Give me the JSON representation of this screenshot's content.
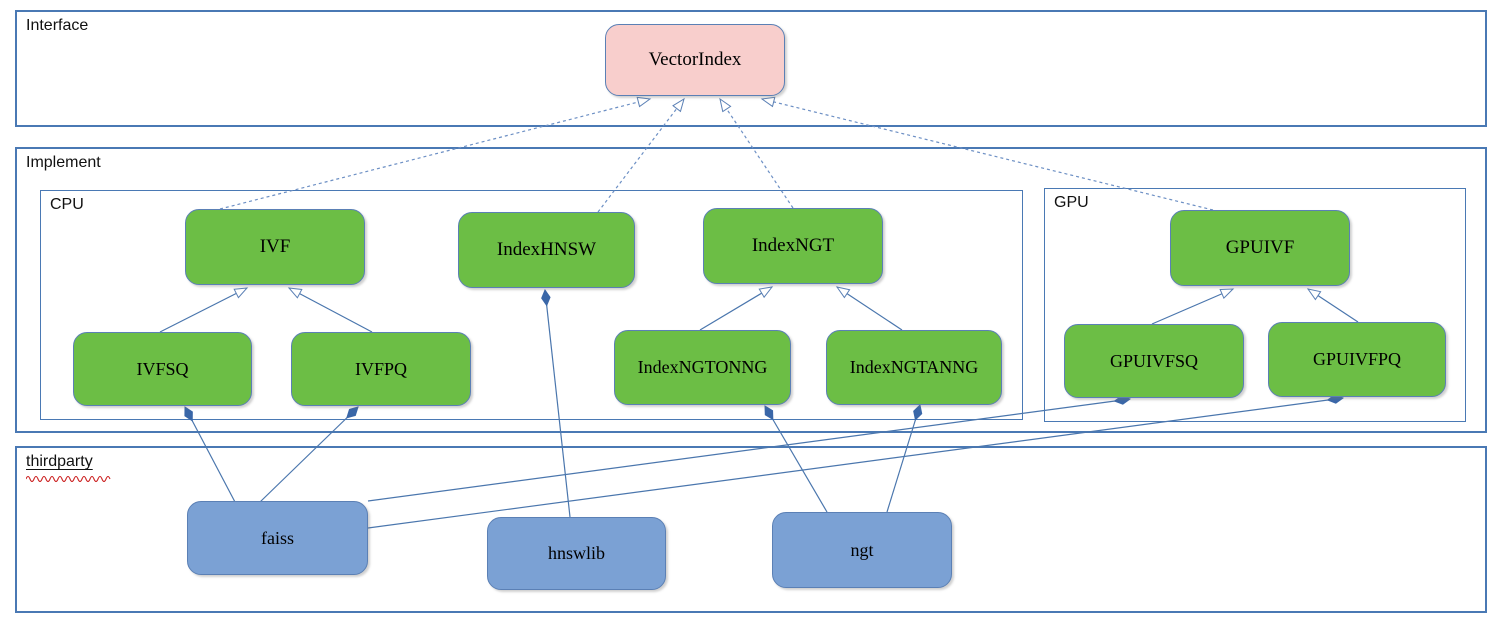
{
  "sections": {
    "interface": {
      "label": "Interface"
    },
    "implement": {
      "label": "Implement"
    },
    "cpu": {
      "label": "CPU"
    },
    "gpu": {
      "label": "GPU"
    },
    "thirdparty": {
      "label": "thirdparty"
    }
  },
  "nodes": {
    "vectorindex": {
      "label": "VectorIndex"
    },
    "ivf": {
      "label": "IVF"
    },
    "indexhnsw": {
      "label": "IndexHNSW"
    },
    "indexngt": {
      "label": "IndexNGT"
    },
    "gpuivf": {
      "label": "GPUIVF"
    },
    "ivfsq": {
      "label": "IVFSQ"
    },
    "ivfpq": {
      "label": "IVFPQ"
    },
    "indexngtonng": {
      "label": "IndexNGTONNG"
    },
    "indexngtanng": {
      "label": "IndexNGTANNG"
    },
    "gpuivfsq": {
      "label": "GPUIVFSQ"
    },
    "gpuivfpq": {
      "label": "GPUIVFPQ"
    },
    "faiss": {
      "label": "faiss"
    },
    "hnswlib": {
      "label": "hnswlib"
    },
    "ngt": {
      "label": "ngt"
    }
  },
  "edges": {
    "realization": [
      {
        "from": "IVF",
        "to": "VectorIndex"
      },
      {
        "from": "IndexHNSW",
        "to": "VectorIndex"
      },
      {
        "from": "IndexNGT",
        "to": "VectorIndex"
      },
      {
        "from": "GPUIVF",
        "to": "VectorIndex"
      }
    ],
    "generalization": [
      {
        "from": "IVFSQ",
        "to": "IVF"
      },
      {
        "from": "IVFPQ",
        "to": "IVF"
      },
      {
        "from": "IndexNGTONNG",
        "to": "IndexNGT"
      },
      {
        "from": "IndexNGTANNG",
        "to": "IndexNGT"
      },
      {
        "from": "GPUIVFSQ",
        "to": "GPUIVF"
      },
      {
        "from": "GPUIVFPQ",
        "to": "GPUIVF"
      }
    ],
    "composition": [
      {
        "from": "faiss",
        "to": "IVFSQ"
      },
      {
        "from": "faiss",
        "to": "IVFPQ"
      },
      {
        "from": "faiss",
        "to": "GPUIVFSQ"
      },
      {
        "from": "faiss",
        "to": "GPUIVFPQ"
      },
      {
        "from": "hnswlib",
        "to": "IndexHNSW"
      },
      {
        "from": "ngt",
        "to": "IndexNGTONNG"
      },
      {
        "from": "ngt",
        "to": "IndexNGTANNG"
      }
    ]
  },
  "colors": {
    "section_border": "#4a79b4",
    "node_border": "#5b80b5",
    "green_fill": "#6cbe45",
    "pink_fill": "#f8cecc",
    "blue_fill": "#7ba1d4",
    "solid_edge": "#4a76ad",
    "dotted_edge": "#6c8fc4",
    "diamond_fill": "#3a67a8",
    "spellcheck_squiggle": "#cc2222"
  }
}
